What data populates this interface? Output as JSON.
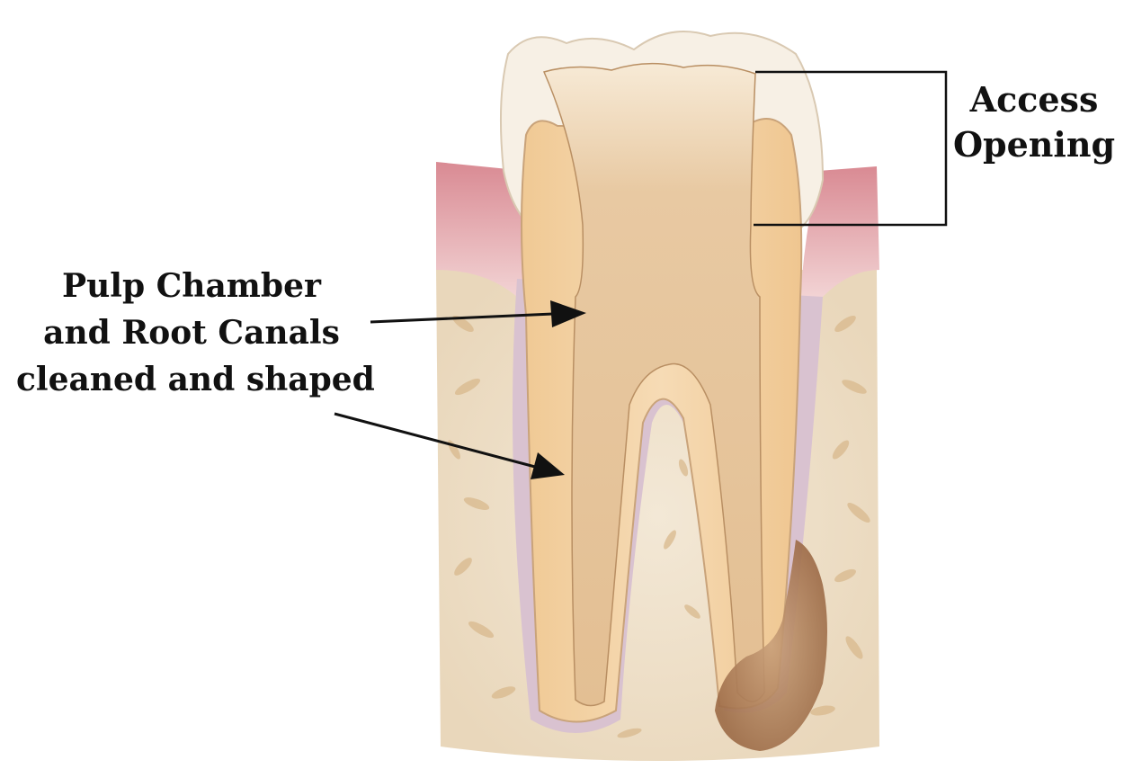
{
  "labels": {
    "access_opening": [
      "Access",
      "Opening"
    ],
    "pulp_chamber": [
      "Pulp Chamber",
      "and Root Canals",
      "cleaned and shaped"
    ]
  },
  "colors": {
    "gum": "#e9b3b8",
    "bone": "#efe2cc",
    "enamel": "#f7efe3",
    "dentin": "#f0cda2",
    "pulp": "#e6c49b",
    "periodontal_ligament": "#d7c0cf",
    "lesion": "#b98a62",
    "leader": "#111111"
  }
}
